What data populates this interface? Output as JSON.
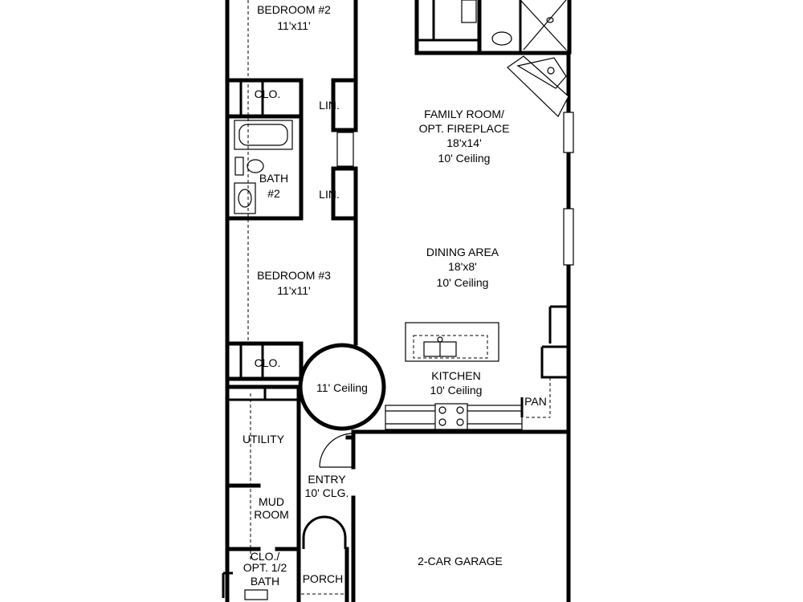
{
  "rooms": {
    "bedroom2": {
      "name": "BEDROOM #2",
      "size": "11'x11'"
    },
    "clo_top": "CLO.",
    "lin_top": "LIN.",
    "family": {
      "name": "FAMILY ROOM/",
      "opt": "OPT. FIREPLACE",
      "size": "18'x14'",
      "ceiling": "10' Ceiling"
    },
    "bath2": {
      "name": "BATH",
      "num": "#2"
    },
    "lin_bottom": "LIN.",
    "dining": {
      "name": "DINING AREA",
      "size": "18'x8'",
      "ceiling": "10' Ceiling"
    },
    "bedroom3": {
      "name": "BEDROOM #3",
      "size": "11'x11'"
    },
    "clo_mid": "CLO.",
    "rotunda": "11' Ceiling",
    "kitchen": {
      "name": "KITCHEN",
      "ceiling": "10' Ceiling"
    },
    "pan": "PAN",
    "utility": "UTILITY",
    "entry": {
      "name": "ENTRY",
      "ceiling": "10' CLG."
    },
    "mud": {
      "line1": "MUD",
      "line2": "ROOM"
    },
    "garage": "2-CAR GARAGE",
    "clo_bath": {
      "line1": "CLO./",
      "line2": "OPT. 1/2",
      "line3": "BATH"
    },
    "porch": "PORCH"
  }
}
